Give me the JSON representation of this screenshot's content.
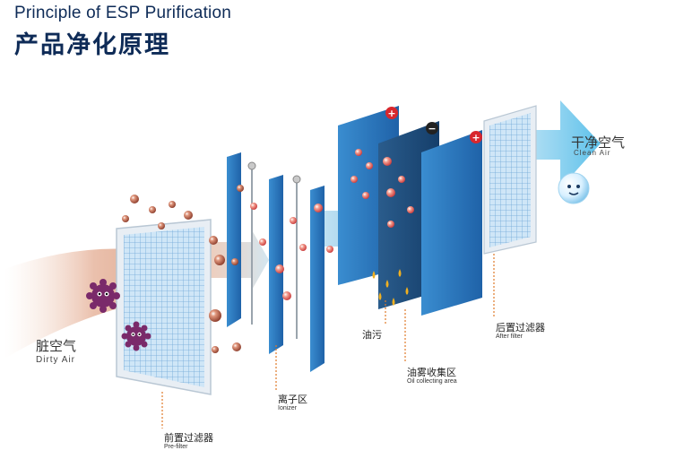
{
  "title": {
    "english": "Principle of ESP Purification",
    "chinese": "产品净化原理"
  },
  "labels": {
    "dirty_air": {
      "cn": "脏空气",
      "en": "Dirty Air"
    },
    "clean_air": {
      "cn": "干净空气",
      "en": "Clean Air"
    },
    "pre_filter": {
      "cn": "前置过滤器",
      "en": "Pre-filter"
    },
    "ionizer": {
      "cn": "离子区",
      "en": "Ionizer"
    },
    "oil_stain": {
      "cn": "油污"
    },
    "oil_collecting": {
      "cn": "油雾收集区",
      "en": "Oil collecting area"
    },
    "after_filter": {
      "cn": "后置过滤器",
      "en": "After filter"
    }
  },
  "plate_charges": [
    "+",
    "−",
    "+"
  ],
  "colors": {
    "title": "#0e2b57",
    "panel_blue": "#2f7fc4",
    "leader_line": "#e07a2a",
    "dirty_particle": "#7a2a6a",
    "oil_drop": "#f0b020"
  },
  "icons": [
    "dirty-particle-icon",
    "charged-particle-icon",
    "oil-drop-icon",
    "clean-air-bubble-icon",
    "flow-arrow-icon"
  ]
}
